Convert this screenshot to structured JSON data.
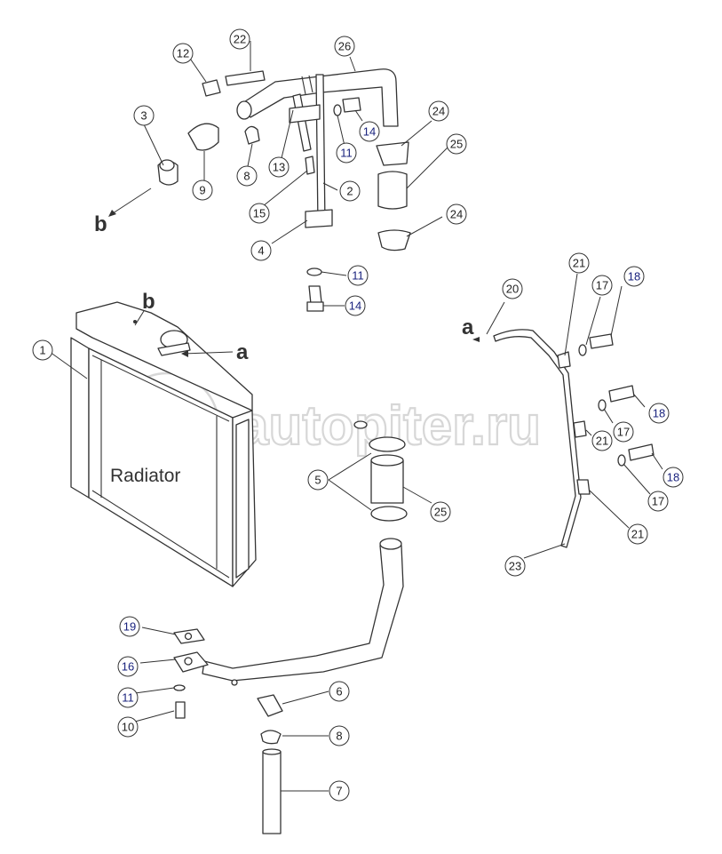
{
  "watermark": {
    "text": "autopiter.ru",
    "logo_glyph": "a>"
  },
  "labels": {
    "radiator": "Radiator"
  },
  "refs": {
    "a": "a",
    "b": "b"
  },
  "callouts": [
    {
      "id": "c1",
      "num": "1",
      "blue": false
    },
    {
      "id": "c2",
      "num": "2",
      "blue": false
    },
    {
      "id": "c3",
      "num": "3",
      "blue": false
    },
    {
      "id": "c4",
      "num": "4",
      "blue": false
    },
    {
      "id": "c5",
      "num": "5",
      "blue": false
    },
    {
      "id": "c6",
      "num": "6",
      "blue": false
    },
    {
      "id": "c7",
      "num": "7",
      "blue": false
    },
    {
      "id": "c8a",
      "num": "8",
      "blue": false
    },
    {
      "id": "c8b",
      "num": "8",
      "blue": false
    },
    {
      "id": "c9",
      "num": "9",
      "blue": false
    },
    {
      "id": "c10",
      "num": "10",
      "blue": false
    },
    {
      "id": "c11a",
      "num": "11",
      "blue": true
    },
    {
      "id": "c11b",
      "num": "11",
      "blue": true
    },
    {
      "id": "c11c",
      "num": "11",
      "blue": true
    },
    {
      "id": "c12",
      "num": "12",
      "blue": false
    },
    {
      "id": "c13",
      "num": "13",
      "blue": false
    },
    {
      "id": "c14a",
      "num": "14",
      "blue": true
    },
    {
      "id": "c14b",
      "num": "14",
      "blue": true
    },
    {
      "id": "c15",
      "num": "15",
      "blue": false
    },
    {
      "id": "c16",
      "num": "16",
      "blue": true
    },
    {
      "id": "c17a",
      "num": "17",
      "blue": false
    },
    {
      "id": "c17b",
      "num": "17",
      "blue": false
    },
    {
      "id": "c17c",
      "num": "17",
      "blue": false
    },
    {
      "id": "c18a",
      "num": "18",
      "blue": true
    },
    {
      "id": "c18b",
      "num": "18",
      "blue": true
    },
    {
      "id": "c18c",
      "num": "18",
      "blue": true
    },
    {
      "id": "c19",
      "num": "19",
      "blue": true
    },
    {
      "id": "c20",
      "num": "20",
      "blue": false
    },
    {
      "id": "c21a",
      "num": "21",
      "blue": false
    },
    {
      "id": "c21b",
      "num": "21",
      "blue": false
    },
    {
      "id": "c21c",
      "num": "21",
      "blue": false
    },
    {
      "id": "c22",
      "num": "22",
      "blue": false
    },
    {
      "id": "c23",
      "num": "23",
      "blue": false
    },
    {
      "id": "c24a",
      "num": "24",
      "blue": false
    },
    {
      "id": "c24b",
      "num": "24",
      "blue": false
    },
    {
      "id": "c25a",
      "num": "25",
      "blue": false
    },
    {
      "id": "c25b",
      "num": "25",
      "blue": false
    },
    {
      "id": "c26",
      "num": "26",
      "blue": false
    }
  ]
}
